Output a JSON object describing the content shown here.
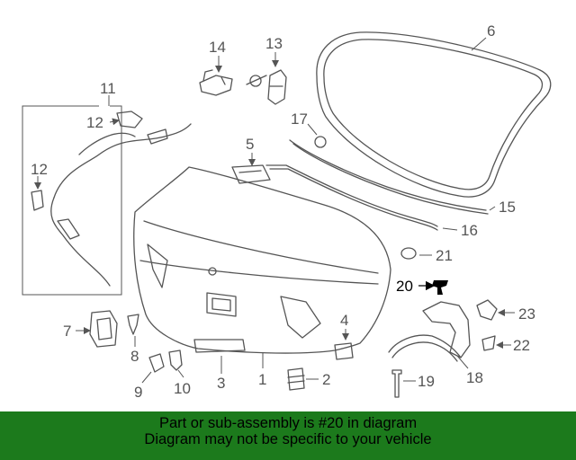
{
  "callouts": {
    "c1": "1",
    "c2": "2",
    "c3": "3",
    "c4": "4",
    "c5": "5",
    "c6": "6",
    "c7": "7",
    "c8": "8",
    "c9": "9",
    "c10": "10",
    "c11": "11",
    "c12a": "12",
    "c12b": "12",
    "c13": "13",
    "c14": "14",
    "c15": "15",
    "c16": "16",
    "c17": "17",
    "c18": "18",
    "c19": "19",
    "c20": "20",
    "c21": "21",
    "c22": "22",
    "c23": "23"
  },
  "highlight_color": "#000000",
  "footer": {
    "line1": "Part or sub-assembly is #20 in diagram",
    "line2": "Diagram may not be specific to your vehicle",
    "background": "#1c7a1c"
  }
}
